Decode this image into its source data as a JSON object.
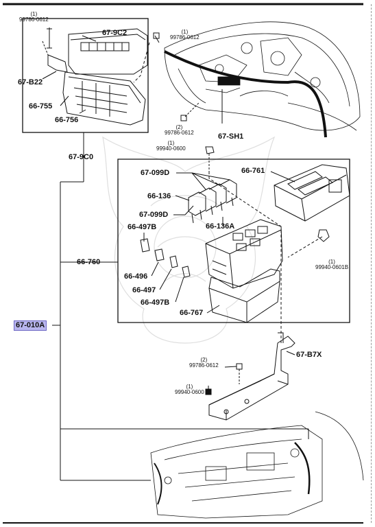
{
  "part_labels": {
    "p679c2": "67-9C2",
    "p67b22": "67-B22",
    "p66755": "66-755",
    "p66756": "66-756",
    "p679c0": "67-9C0",
    "p67sh1": "67-SH1",
    "p67099d_a": "67-099D",
    "p66761": "66-761",
    "p66136": "66-136",
    "p67099d_b": "67-099D",
    "p66136a": "66-136A",
    "p66497b_a": "66-497B",
    "p66760": "66-760",
    "p66496": "66-496",
    "p66497": "66-497",
    "p66497b_b": "66-497B",
    "p66767": "66-767",
    "p67010a": "67-010A",
    "p67b7x": "67-B7X"
  },
  "bolt_labels": {
    "b1": {
      "qty": "(1)",
      "code": "99786-0612"
    },
    "b2": {
      "qty": "(1)",
      "code": "99786-0612"
    },
    "b3": {
      "qty": "(2)",
      "code": "99786-0612"
    },
    "b4": {
      "qty": "(1)",
      "code": "99940-0600"
    },
    "b5": {
      "qty": "(1)",
      "code": "99940-0601B"
    },
    "b6": {
      "qty": "(2)",
      "code": "99786-0612"
    },
    "b7": {
      "qty": "(1)",
      "code": "99940-0600"
    }
  },
  "highlight_color": "#b9b6ee"
}
